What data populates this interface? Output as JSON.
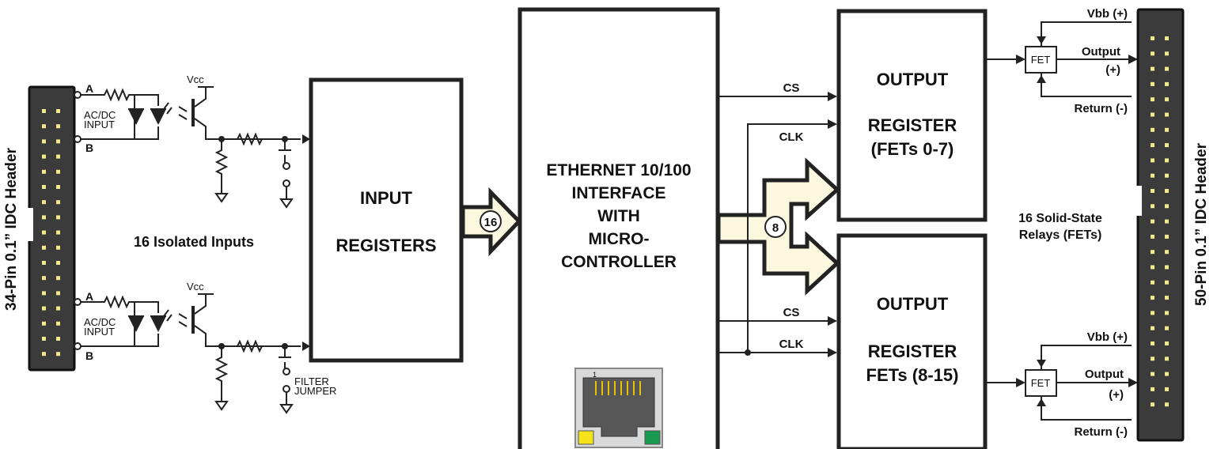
{
  "connectors": {
    "input_header": "34-Pin 0.1” IDC Header",
    "output_header": "50-Pin 0.1” IDC Header"
  },
  "input_stage": {
    "terminal_a": "A",
    "terminal_b": "B",
    "input_label_1": "AC/DC",
    "input_label_2": "INPUT",
    "vcc": "Vcc",
    "isolated_inputs": "16 Isolated Inputs",
    "filter_jumper_1": "FILTER",
    "filter_jumper_2": "JUMPER"
  },
  "blocks": {
    "input_registers_1": "INPUT",
    "input_registers_2": "REGISTERS",
    "mcu_1": "ETHERNET 10/100",
    "mcu_2": "INTERFACE",
    "mcu_3": "WITH",
    "mcu_4": "MICRO-",
    "mcu_5": "CONTROLLER",
    "out1_1": "OUTPUT",
    "out1_2": "REGISTER",
    "out1_3": "(FETs 0-7)",
    "out2_1": "OUTPUT",
    "out2_2": "REGISTER",
    "out2_3": "FETs (8-15)"
  },
  "buses": {
    "input_bus_width": "16",
    "output_bus_width": "8"
  },
  "signals": {
    "cs": "CS",
    "clk": "CLK"
  },
  "rj45": {
    "pin1": "1"
  },
  "output_stage": {
    "fet": "FET",
    "vbb": "Vbb (+)",
    "output": "Output",
    "output_plus": "(+)",
    "return": "Return (-)",
    "relays_1": "16 Solid-State",
    "relays_2": "Relays (FETs)"
  },
  "colors": {
    "bus_fill": "#fcf8df",
    "header_body": "#3b3b3b",
    "header_pins": "#f2e98a",
    "led_yellow": "#f4e21a",
    "led_green": "#1a9a50"
  }
}
